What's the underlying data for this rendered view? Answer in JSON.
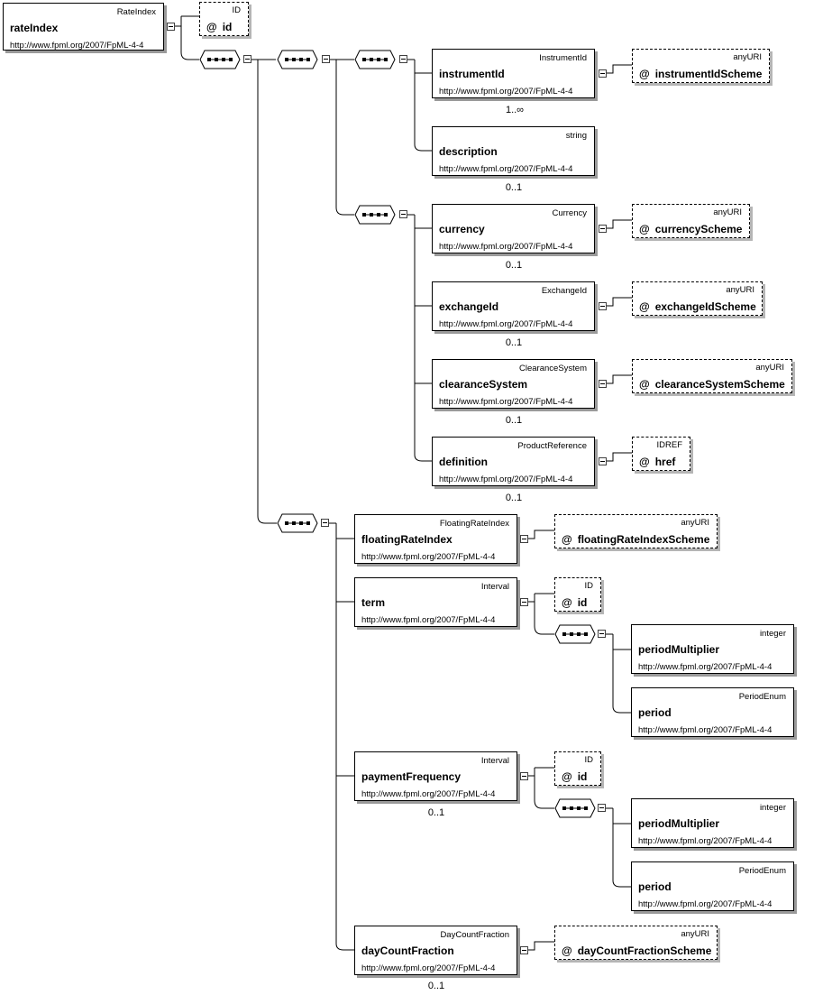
{
  "namespace": "http://www.fpml.org/2007/FpML-4-4",
  "attr_marker": "@",
  "root": {
    "name": "rateIndex",
    "type": "RateIndex",
    "attr": {
      "name": "id",
      "type": "ID"
    }
  },
  "instrument_group": [
    {
      "name": "instrumentId",
      "type": "InstrumentId",
      "card": "1..∞",
      "attr": {
        "name": "instrumentIdScheme",
        "type": "anyURI"
      }
    },
    {
      "name": "description",
      "type": "string",
      "card": "0..1"
    }
  ],
  "product_group": [
    {
      "name": "currency",
      "type": "Currency",
      "card": "0..1",
      "attr": {
        "name": "currencyScheme",
        "type": "anyURI"
      }
    },
    {
      "name": "exchangeId",
      "type": "ExchangeId",
      "card": "0..1",
      "attr": {
        "name": "exchangeIdScheme",
        "type": "anyURI"
      }
    },
    {
      "name": "clearanceSystem",
      "type": "ClearanceSystem",
      "card": "0..1",
      "attr": {
        "name": "clearanceSystemScheme",
        "type": "anyURI"
      }
    },
    {
      "name": "definition",
      "type": "ProductReference",
      "card": "0..1",
      "attr": {
        "name": "href",
        "type": "IDREF"
      }
    }
  ],
  "rate_group": [
    {
      "name": "floatingRateIndex",
      "type": "FloatingRateIndex",
      "attr": {
        "name": "floatingRateIndexScheme",
        "type": "anyURI"
      }
    },
    {
      "name": "term",
      "type": "Interval",
      "attr": {
        "name": "id",
        "type": "ID"
      },
      "children": [
        {
          "name": "periodMultiplier",
          "type": "integer"
        },
        {
          "name": "period",
          "type": "PeriodEnum"
        }
      ]
    },
    {
      "name": "paymentFrequency",
      "type": "Interval",
      "card": "0..1",
      "attr": {
        "name": "id",
        "type": "ID"
      },
      "children": [
        {
          "name": "periodMultiplier",
          "type": "integer"
        },
        {
          "name": "period",
          "type": "PeriodEnum"
        }
      ]
    },
    {
      "name": "dayCountFraction",
      "type": "DayCountFraction",
      "card": "0..1",
      "attr": {
        "name": "dayCountFractionScheme",
        "type": "anyURI"
      }
    }
  ]
}
